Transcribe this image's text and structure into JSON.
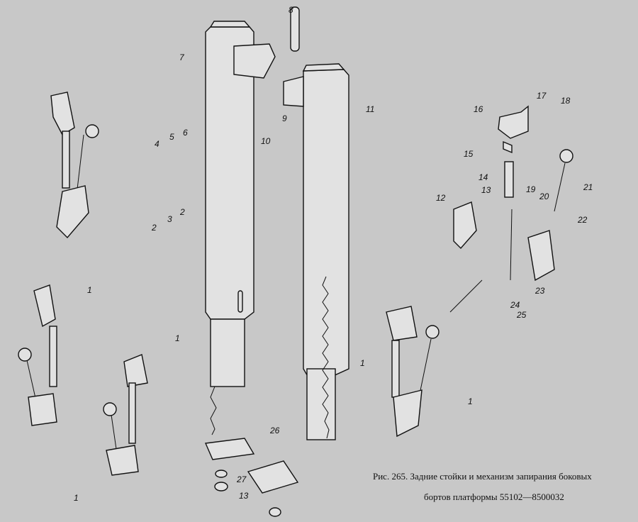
{
  "caption": {
    "line1": "Рис. 265. Задние стойки и механизм запирания боковых",
    "line2": "бортов платформы 55102—8500032"
  },
  "labels": [
    "8",
    "7",
    "11",
    "9",
    "10",
    "4",
    "5",
    "6",
    "2",
    "3",
    "2",
    "16",
    "17",
    "18",
    "15",
    "14",
    "13",
    "12",
    "19",
    "20",
    "21",
    "22",
    "23",
    "24",
    "25",
    "1",
    "1",
    "1",
    "1",
    "1",
    "26",
    "27",
    "13"
  ]
}
